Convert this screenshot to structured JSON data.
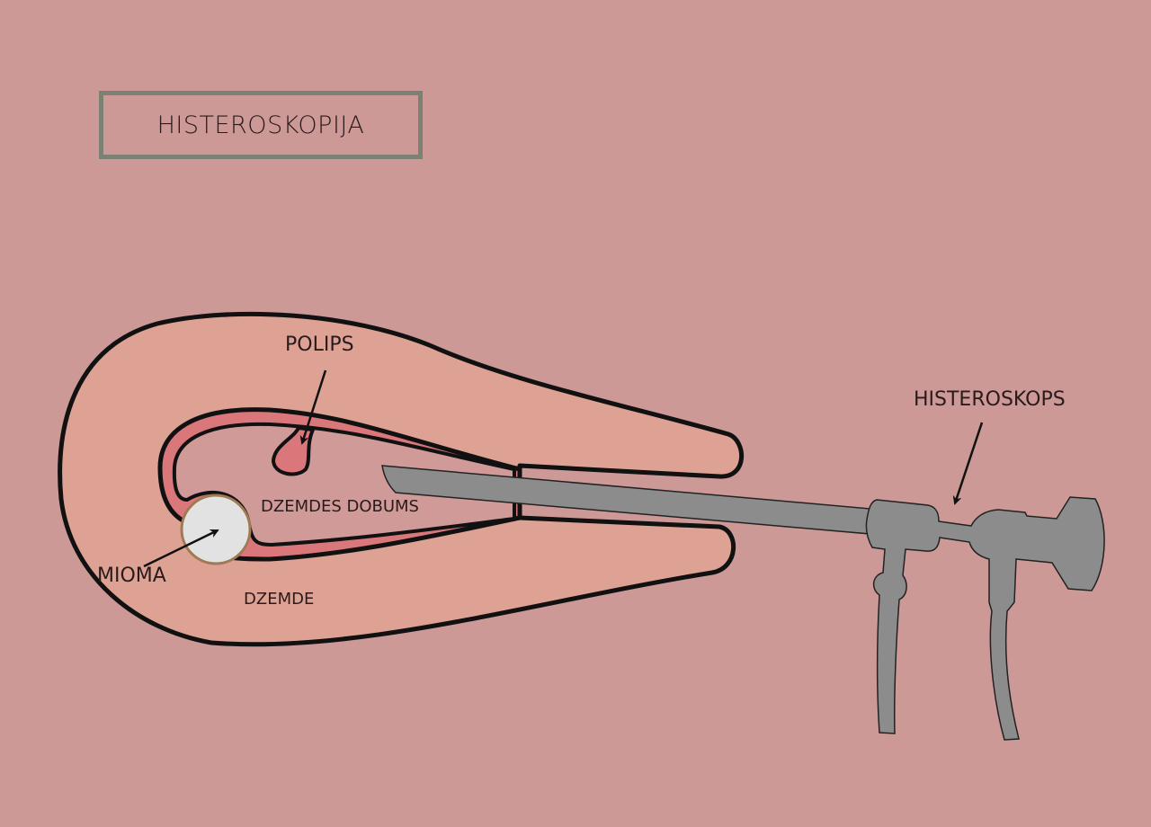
{
  "title": "HISTEROSKOPIJA",
  "labels": {
    "polyp": "POLIPS",
    "cavity": "DZEMDES DOBUMS",
    "myoma": "MIOMA",
    "uterus": "DZEMDE",
    "hysteroscope": "HISTEROSKOPS"
  },
  "colors": {
    "background": "#cc9997",
    "uterus": "#dea295",
    "endometrium": "#d9777a",
    "cavity": "#cf9a98",
    "scope": "#8c8c8c",
    "myoma": "#e2e2e2",
    "title_border": "#7b8273"
  }
}
